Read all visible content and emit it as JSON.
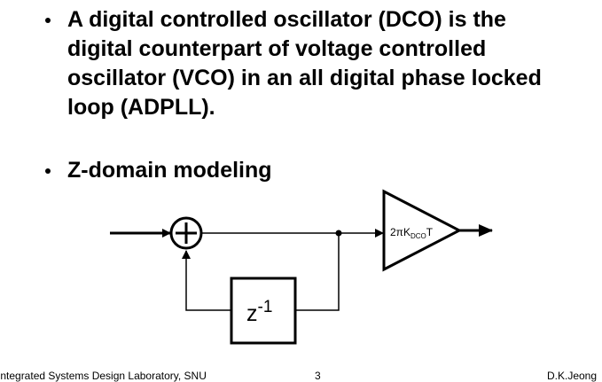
{
  "bullets": [
    {
      "lines": [
        "A digital controlled oscillator (DCO) is the",
        "digital counterpart of voltage controlled",
        "oscillator (VCO) in an all digital phase locked",
        "loop (ADPLL)."
      ]
    },
    {
      "lines": [
        "Z-domain modeling"
      ]
    }
  ],
  "diagram": {
    "delay_block": {
      "base": "z",
      "exponent": "-1"
    },
    "gain_block": {
      "prefix": "2πK",
      "subscript": "DCO",
      "suffix": "T"
    }
  },
  "footer": {
    "left": "Integrated Systems Design Laboratory, SNU",
    "page": "3",
    "right": "D.K.Jeong"
  }
}
